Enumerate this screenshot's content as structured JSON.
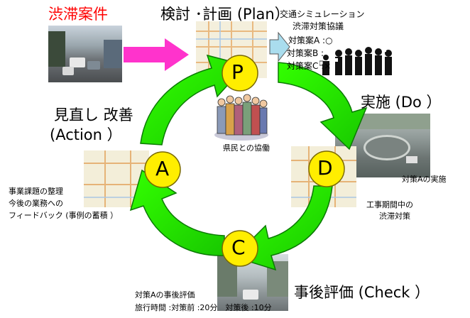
{
  "title_problem": "渋滞案件",
  "stage_plan": "検討 ･計画 (Plan）",
  "stage_do": "実施 (Do ）",
  "stage_check": "事後評価 (Check ）",
  "stage_action_line1": "見直し 改善",
  "stage_action_line2": "(Action ）",
  "plan_notes": [
    "交通シミュレーション",
    "渋滞対策協議"
  ],
  "plan_options": [
    "対策案A :○",
    "対策案B :",
    "対策案C :×"
  ],
  "collab_caption": "県民との協働",
  "do_caption": "対策Aの実施",
  "do_caption2": [
    "工事期間中の",
    "渋滞対策"
  ],
  "check_caption": [
    "対策Aの事後評価",
    "旅行時間 :対策前 :20分　対策後 :10分"
  ],
  "action_caption": [
    "事業課題の整理",
    "今後の業務への",
    "フィードバック (事例の蓄積 ）"
  ],
  "circle_letters": {
    "plan": "P",
    "do": "D",
    "check": "C",
    "action": "A"
  },
  "colors": {
    "cycle_arrow": "#22ee00",
    "circle_fill": "#ffee00",
    "problem_text": "#ff0000",
    "pink_arrow": "#ff33cc",
    "blue_arrow": "#aaddee"
  }
}
